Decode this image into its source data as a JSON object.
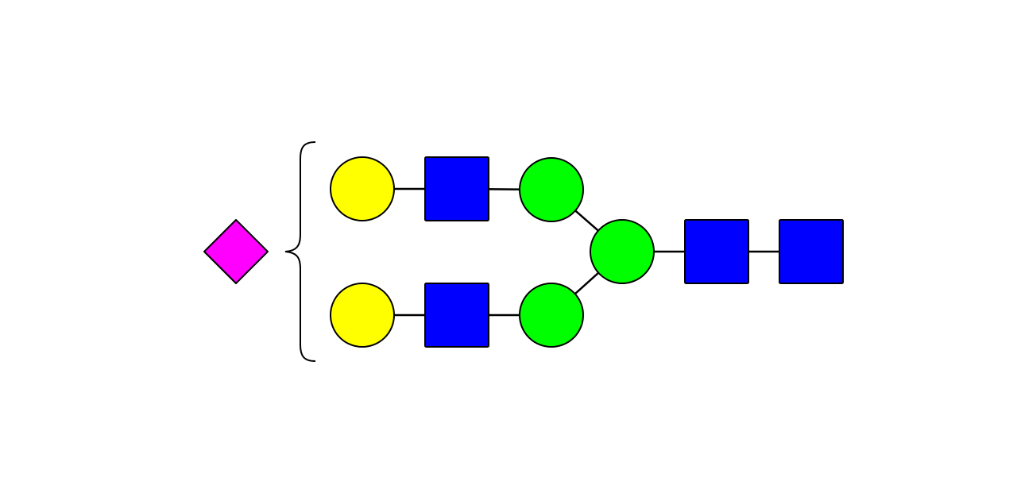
{
  "colors": {
    "galactose": "#ffff00",
    "glcnac": "#0000ff",
    "mannose": "#00ff00",
    "sialic_acid": "#ff00ff",
    "outline": "#000000",
    "link": "#000000",
    "background": "#ffffff"
  },
  "residues": [
    {
      "id": "gal-upper",
      "kind": "circle",
      "color_key": "galactose"
    },
    {
      "id": "glcnac-upper",
      "kind": "square",
      "color_key": "glcnac"
    },
    {
      "id": "man-upper",
      "kind": "circle",
      "color_key": "mannose"
    },
    {
      "id": "gal-lower",
      "kind": "circle",
      "color_key": "galactose"
    },
    {
      "id": "glcnac-lower",
      "kind": "square",
      "color_key": "glcnac"
    },
    {
      "id": "man-lower",
      "kind": "circle",
      "color_key": "mannose"
    },
    {
      "id": "man-core",
      "kind": "circle",
      "color_key": "mannose"
    },
    {
      "id": "glcnac-core-1",
      "kind": "square",
      "color_key": "glcnac"
    },
    {
      "id": "glcnac-core-2",
      "kind": "square",
      "color_key": "glcnac"
    },
    {
      "id": "neuac-floating",
      "kind": "diamond",
      "color_key": "sialic_acid"
    }
  ],
  "links": [
    [
      "gal-upper",
      "glcnac-upper"
    ],
    [
      "glcnac-upper",
      "man-upper"
    ],
    [
      "man-upper",
      "man-core"
    ],
    [
      "gal-lower",
      "glcnac-lower"
    ],
    [
      "glcnac-lower",
      "man-lower"
    ],
    [
      "man-lower",
      "man-core"
    ],
    [
      "man-core",
      "glcnac-core-1"
    ],
    [
      "glcnac-core-1",
      "glcnac-core-2"
    ]
  ]
}
